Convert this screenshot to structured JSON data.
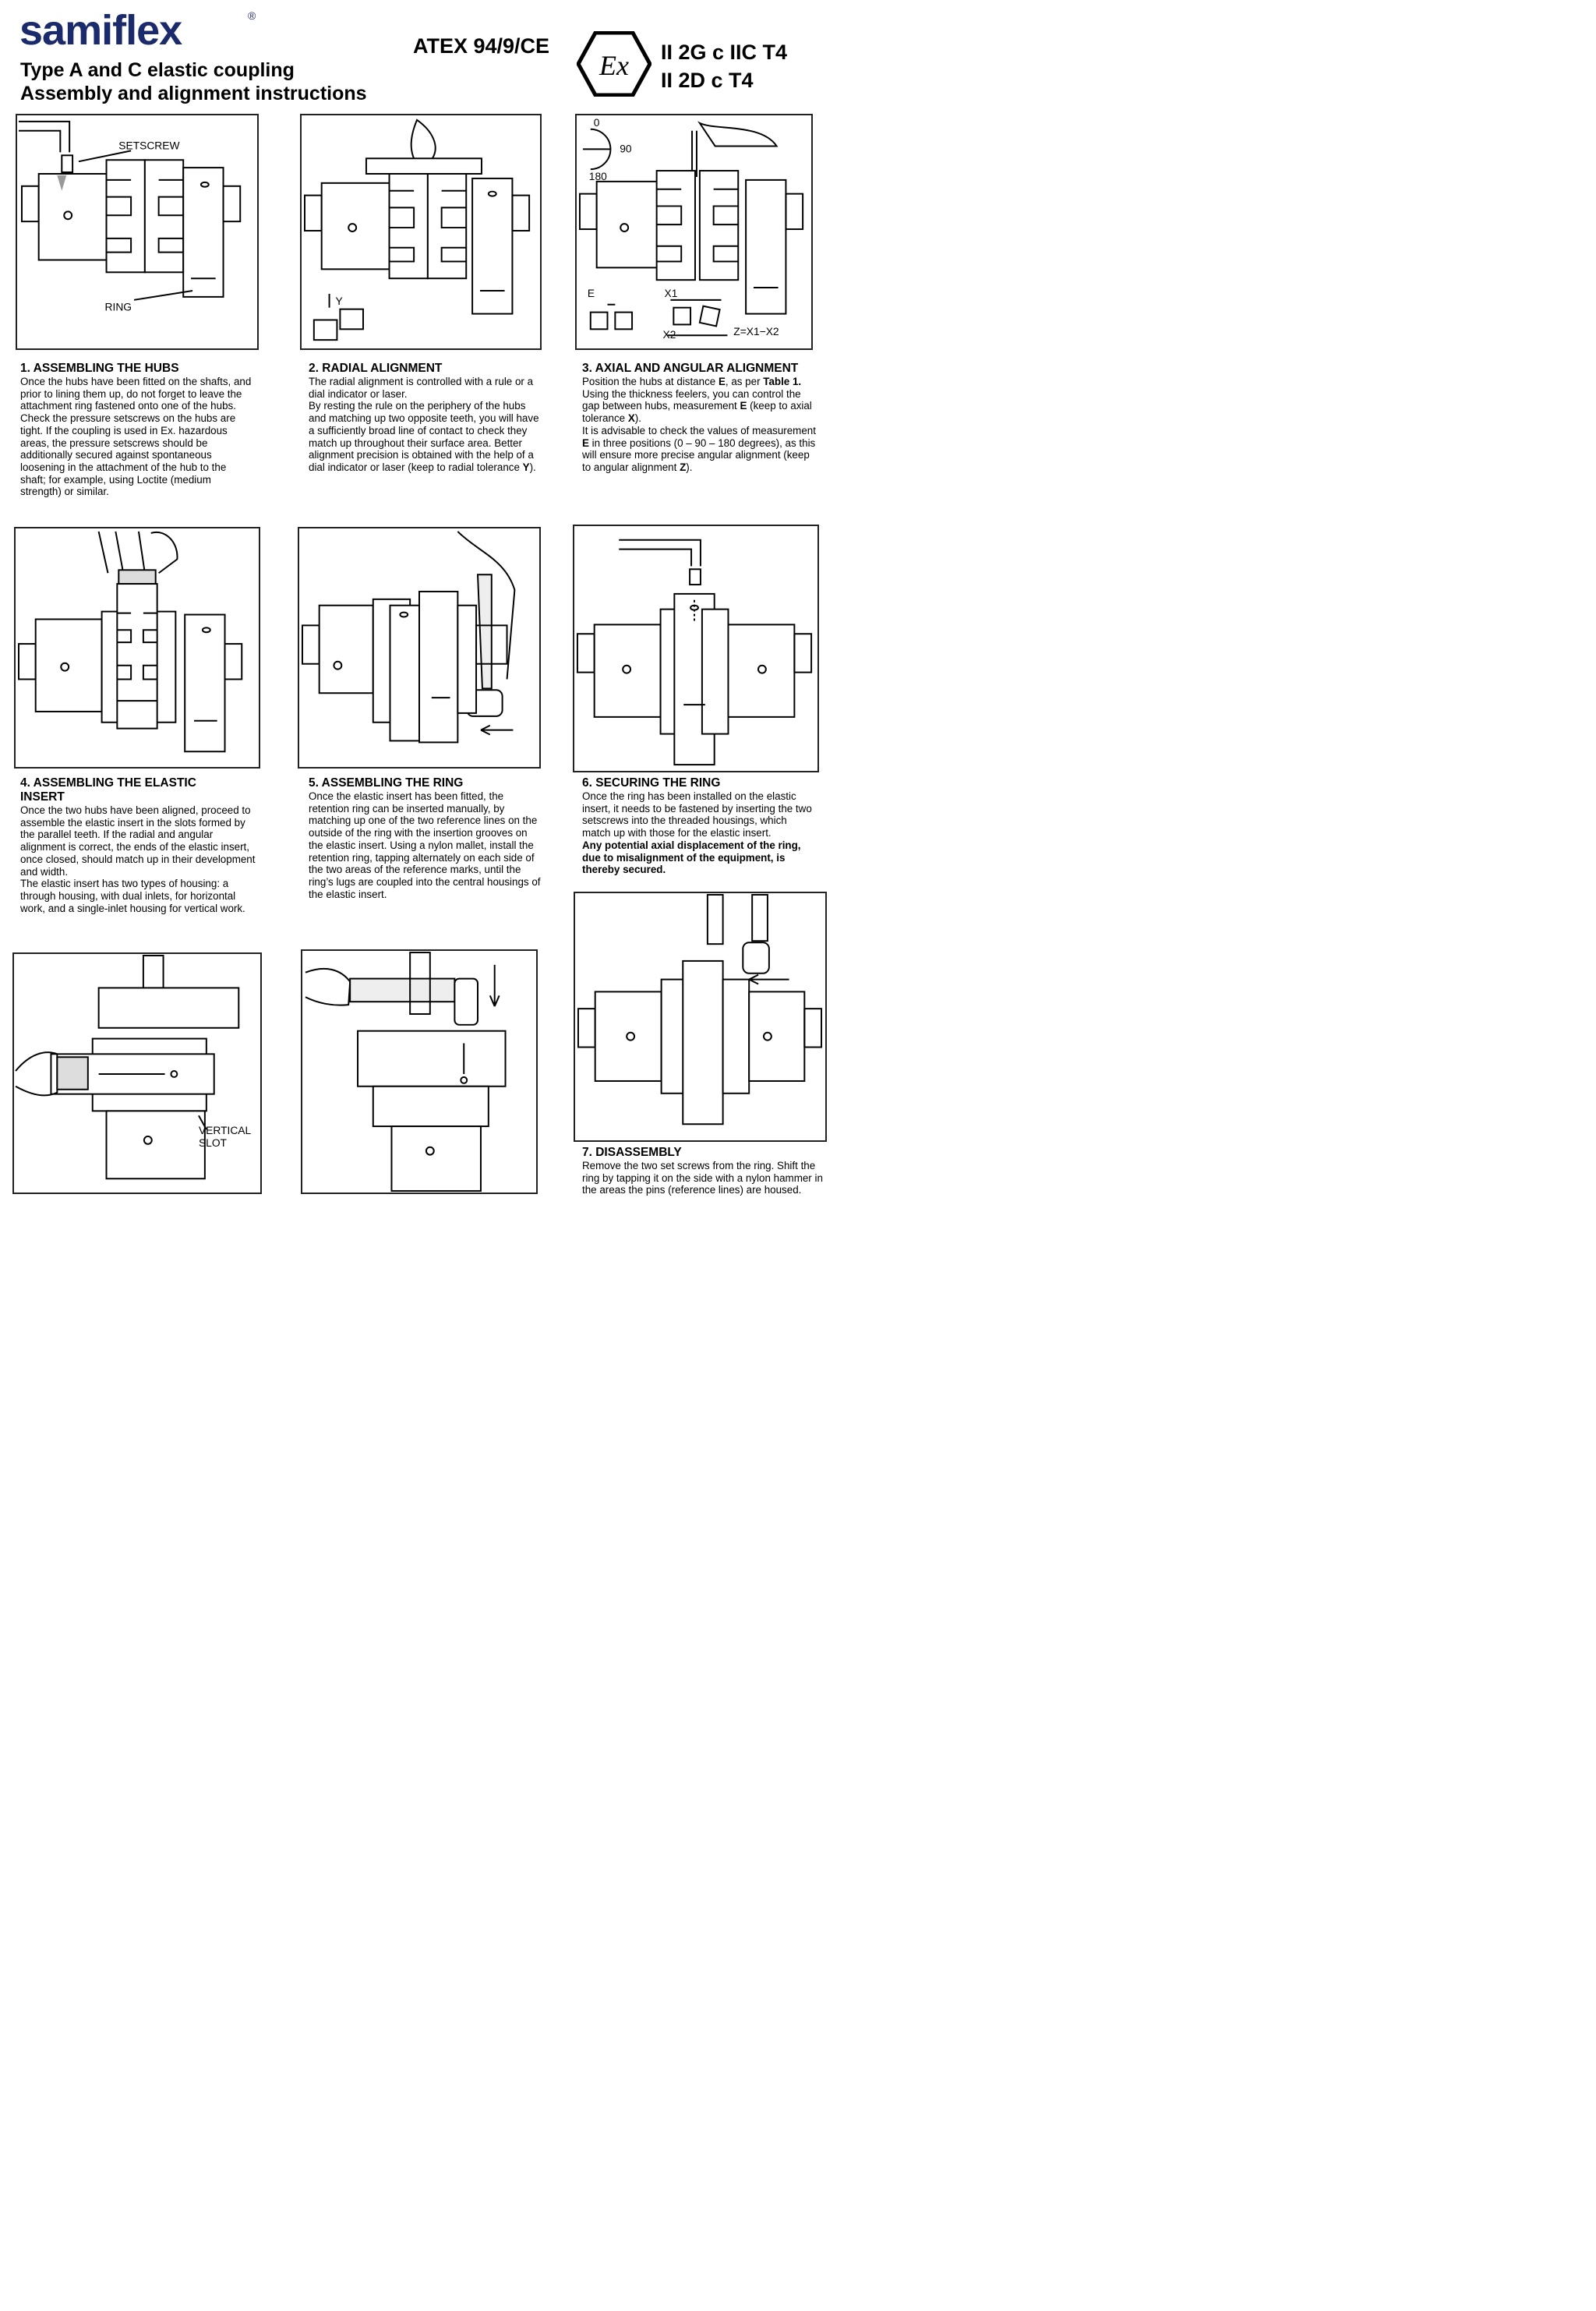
{
  "header": {
    "brand": "samiflex",
    "registered": "®",
    "title_line1": "Type A and C elastic coupling",
    "title_line2": "Assembly and alignment instructions",
    "atex": "ATEX 94/9/CE",
    "ex_symbol": "Ex",
    "code_line1": "II 2G c IIC T4",
    "code_line2": "II 2D c T4"
  },
  "figures": {
    "fig1": {
      "setscrew": "SETSCREW",
      "ring": "RING"
    },
    "fig2": {
      "y_label": "Y"
    },
    "fig3": {
      "deg0": "0",
      "deg90": "90",
      "deg180": "180",
      "e_label": "E",
      "x1_label": "X1",
      "x2_label": "X2",
      "formula": "Z=X1−X2"
    },
    "fig8": {
      "vertical": "VERTICAL",
      "slot": "SLOT"
    }
  },
  "sections": {
    "s1": {
      "heading": "1. ASSEMBLING THE HUBS",
      "p1": "Once the hubs have been fitted on the shafts, and prior to lining them up, do not forget to leave the attachment ring fastened onto one of the hubs.",
      "p2": "Check the pressure setscrews on the hubs are tight. If the coupling is used in Ex. hazardous areas, the pressure setscrews should be additionally secured against spontaneous loosening in the attachment of the hub to the shaft; for example, using Loctite (medium strength) or similar."
    },
    "s2": {
      "heading": "2. RADIAL ALIGNMENT",
      "p1": "The radial alignment is controlled with a rule or a dial indicator or laser.",
      "p2a": "By resting the rule on the periphery of the hubs and matching up two opposite teeth, you will have a sufficiently broad line of contact to check they match up throughout their surface area. Better alignment precision is obtained with the help of a dial indicator or laser (keep to radial tolerance ",
      "p2b": "Y",
      "p2c": ")."
    },
    "s3": {
      "heading": "3. AXIAL AND ANGULAR ALIGNMENT",
      "a1": "Position the hubs at distance ",
      "a2": "E",
      "a3": ", as per ",
      "a4": "Table 1.",
      "a5": " Using the thickness feelers, you can control the gap between hubs, measurement ",
      "a6": "E",
      "a7": " (keep to axial tolerance ",
      "a8": "X",
      "a9": ").",
      "b1": "It is advisable to check the values of measurement ",
      "b2": "E",
      "b3": " in three positions (0 – 90 – 180 degrees), as this will ensure more precise angular alignment (keep to angular alignment ",
      "b4": "Z",
      "b5": ")."
    },
    "s4": {
      "heading_l1": "4. ASSEMBLING THE ELASTIC",
      "heading_l2": "INSERT",
      "p1": "Once the two hubs have been aligned, proceed to assemble the elastic insert in the slots formed by the parallel teeth. If the radial and angular alignment is correct, the ends of the elastic insert, once closed, should match up in their development and width.",
      "p2": "The elastic insert has two types of housing: a through housing, with dual inlets, for horizontal work, and a single-inlet housing for vertical work."
    },
    "s5": {
      "heading": "5. ASSEMBLING THE RING",
      "p1": "Once the elastic insert has been fitted, the retention ring can be inserted manually, by matching up one of the two reference lines on the outside of the ring with the insertion grooves on the elastic insert. Using a nylon mallet, install the retention ring, tapping alternately on each side of the two areas of the reference marks, until the ring’s lugs are coupled into the central housings of the elastic insert."
    },
    "s6": {
      "heading": "6. SECURING THE RING",
      "p1": "Once the ring has been installed on the elastic insert, it needs to be fastened by inserting the two setscrews into the threaded housings, which match up with those for the elastic insert.",
      "p2": "Any potential axial displacement of the ring, due to misalignment of the equipment, is thereby secured."
    },
    "s7": {
      "heading": "7. DISASSEMBLY",
      "p1": "Remove the two set screws from the ring. Shift the ring by tapping it on the side with a nylon hammer in the areas the pins (reference lines) are housed."
    }
  }
}
